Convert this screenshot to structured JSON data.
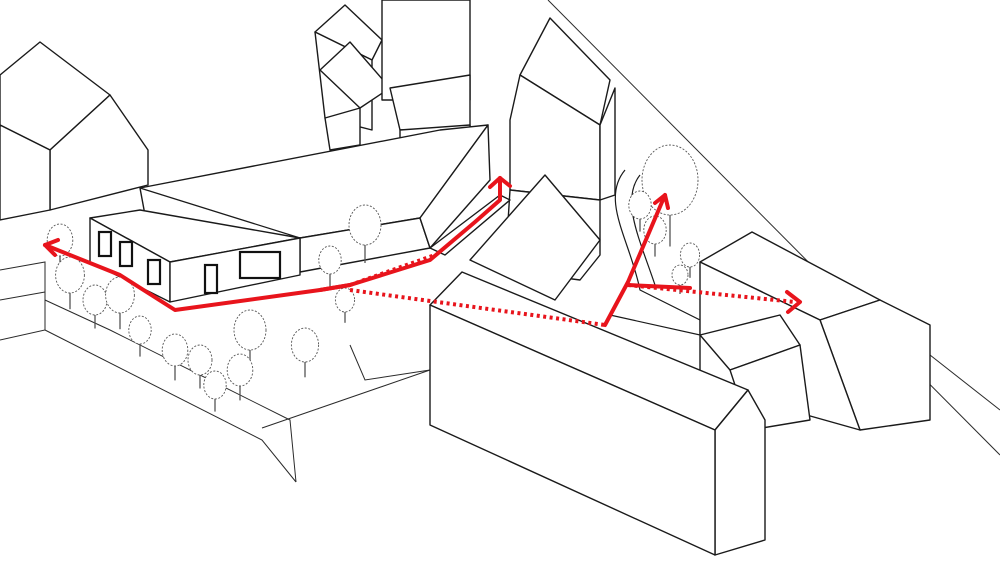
{
  "diagram": {
    "route_color": "#e8141c",
    "line_color": "#1a1a1a",
    "background": "#ffffff",
    "routes": [
      {
        "id": "west",
        "style": "solid",
        "direction": "west"
      },
      {
        "id": "ramp-north",
        "style": "solid",
        "direction": "north"
      },
      {
        "id": "center-link",
        "style": "dotted",
        "direction": "east"
      },
      {
        "id": "tower-north",
        "style": "solid",
        "direction": "north"
      },
      {
        "id": "east",
        "style": "dotted",
        "direction": "east"
      }
    ]
  }
}
